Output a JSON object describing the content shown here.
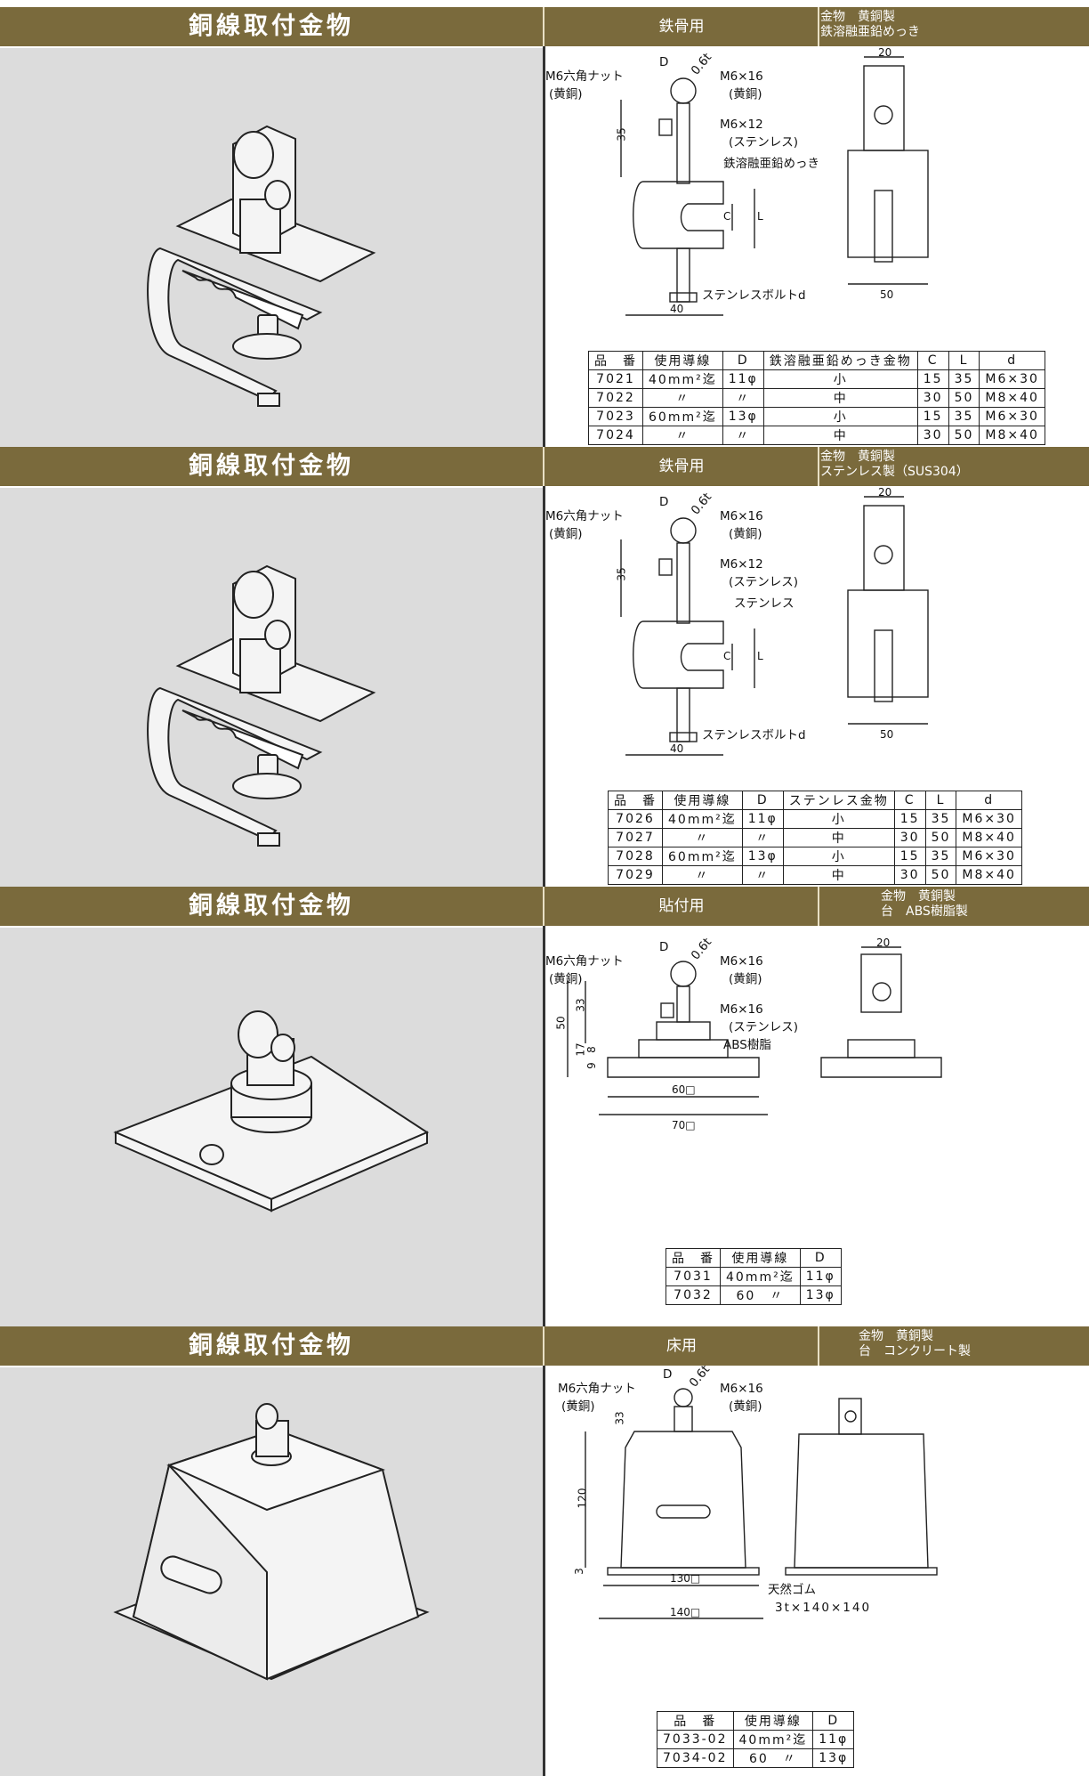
{
  "sections": [
    {
      "title": "銅線取付金物",
      "use": "鉄骨用",
      "mat1": "金物　黄銅製",
      "mat2": "鉄溶融亜鉛めっき",
      "labels": {
        "nut": "M6六角ナット",
        "nut2": "(黄銅)",
        "d": "D",
        "thk": "0.6t",
        "bolt1": "M6×16",
        "bolt1b": "(黄銅)",
        "bolt2": "M6×12",
        "bolt2b": "(ステンレス)",
        "finish": "鉄溶融亜鉛めっき",
        "bolt3": "ステンレスボルトd"
      },
      "dims": {
        "h": "35",
        "c": "C",
        "l": "L",
        "w": "40",
        "side_w": "20",
        "side_base": "50"
      },
      "table": {
        "headers": [
          "品　番",
          "使用導線",
          "D",
          "鉄溶融亜鉛めっき金物",
          "C",
          "L",
          "d"
        ],
        "rows": [
          [
            "7021",
            "40mm²迄",
            "11φ",
            "小",
            "15",
            "35",
            "M6×30"
          ],
          [
            "7022",
            "〃",
            "〃",
            "中",
            "30",
            "50",
            "M8×40"
          ],
          [
            "7023",
            "60mm²迄",
            "13φ",
            "小",
            "15",
            "35",
            "M6×30"
          ],
          [
            "7024",
            "〃",
            "〃",
            "中",
            "30",
            "50",
            "M8×40"
          ]
        ]
      }
    },
    {
      "title": "銅線取付金物",
      "use": "鉄骨用",
      "mat1": "金物　黄銅製",
      "mat2": "ステンレス製（SUS304）",
      "labels": {
        "nut": "M6六角ナット",
        "nut2": "(黄銅)",
        "d": "D",
        "thk": "0.6t",
        "bolt1": "M6×16",
        "bolt1b": "(黄銅)",
        "bolt2": "M6×12",
        "bolt2b": "(ステンレス)",
        "finish": "ステンレス",
        "bolt3": "ステンレスボルトd"
      },
      "dims": {
        "h": "35",
        "c": "C",
        "l": "L",
        "w": "40",
        "side_w": "20",
        "side_base": "50"
      },
      "table": {
        "headers": [
          "品　番",
          "使用導線",
          "D",
          "ステンレス金物",
          "C",
          "L",
          "d"
        ],
        "rows": [
          [
            "7026",
            "40mm²迄",
            "11φ",
            "小",
            "15",
            "35",
            "M6×30"
          ],
          [
            "7027",
            "〃",
            "〃",
            "中",
            "30",
            "50",
            "M8×40"
          ],
          [
            "7028",
            "60mm²迄",
            "13φ",
            "小",
            "15",
            "35",
            "M6×30"
          ],
          [
            "7029",
            "〃",
            "〃",
            "中",
            "30",
            "50",
            "M8×40"
          ]
        ]
      }
    },
    {
      "title": "銅線取付金物",
      "use": "貼付用",
      "mat1": "金物　黄銅製",
      "mat2": "台　ABS樹脂製",
      "labels": {
        "nut": "M6六角ナット",
        "nut2": "(黄銅)",
        "d": "D",
        "thk": "0.6t",
        "bolt1": "M6×16",
        "bolt1b": "(黄銅)",
        "bolt2": "M6×16",
        "bolt2b": "(ステンレス)",
        "finish": "ABS樹脂"
      },
      "dims": {
        "h50": "50",
        "h33": "33",
        "h17": "17",
        "h9": "9",
        "h8": "8",
        "w60": "60□",
        "w70": "70□",
        "side_w": "20"
      },
      "table": {
        "headers": [
          "品　番",
          "使用導線",
          "D"
        ],
        "rows": [
          [
            "7031",
            "40mm²迄",
            "11φ"
          ],
          [
            "7032",
            "60　〃",
            "13φ"
          ]
        ]
      }
    },
    {
      "title": "銅線取付金物",
      "use": "床用",
      "mat1": "金物　黄銅製",
      "mat2": "台　コンクリート製",
      "labels": {
        "nut": "M6六角ナット",
        "nut2": "(黄銅)",
        "d": "D",
        "thk": "0.6t",
        "bolt1": "M6×16",
        "bolt1b": "(黄銅)",
        "rubber": "天然ゴム",
        "rubber2": "3t×140×140"
      },
      "dims": {
        "h33": "33",
        "h120": "120",
        "h3": "3",
        "w130": "130□",
        "w140": "140□"
      },
      "table": {
        "headers": [
          "品　番",
          "使用導線",
          "D"
        ],
        "rows": [
          [
            "7033-02",
            "40mm²迄",
            "11φ"
          ],
          [
            "7034-02",
            "60　〃",
            "13φ"
          ]
        ]
      }
    }
  ]
}
